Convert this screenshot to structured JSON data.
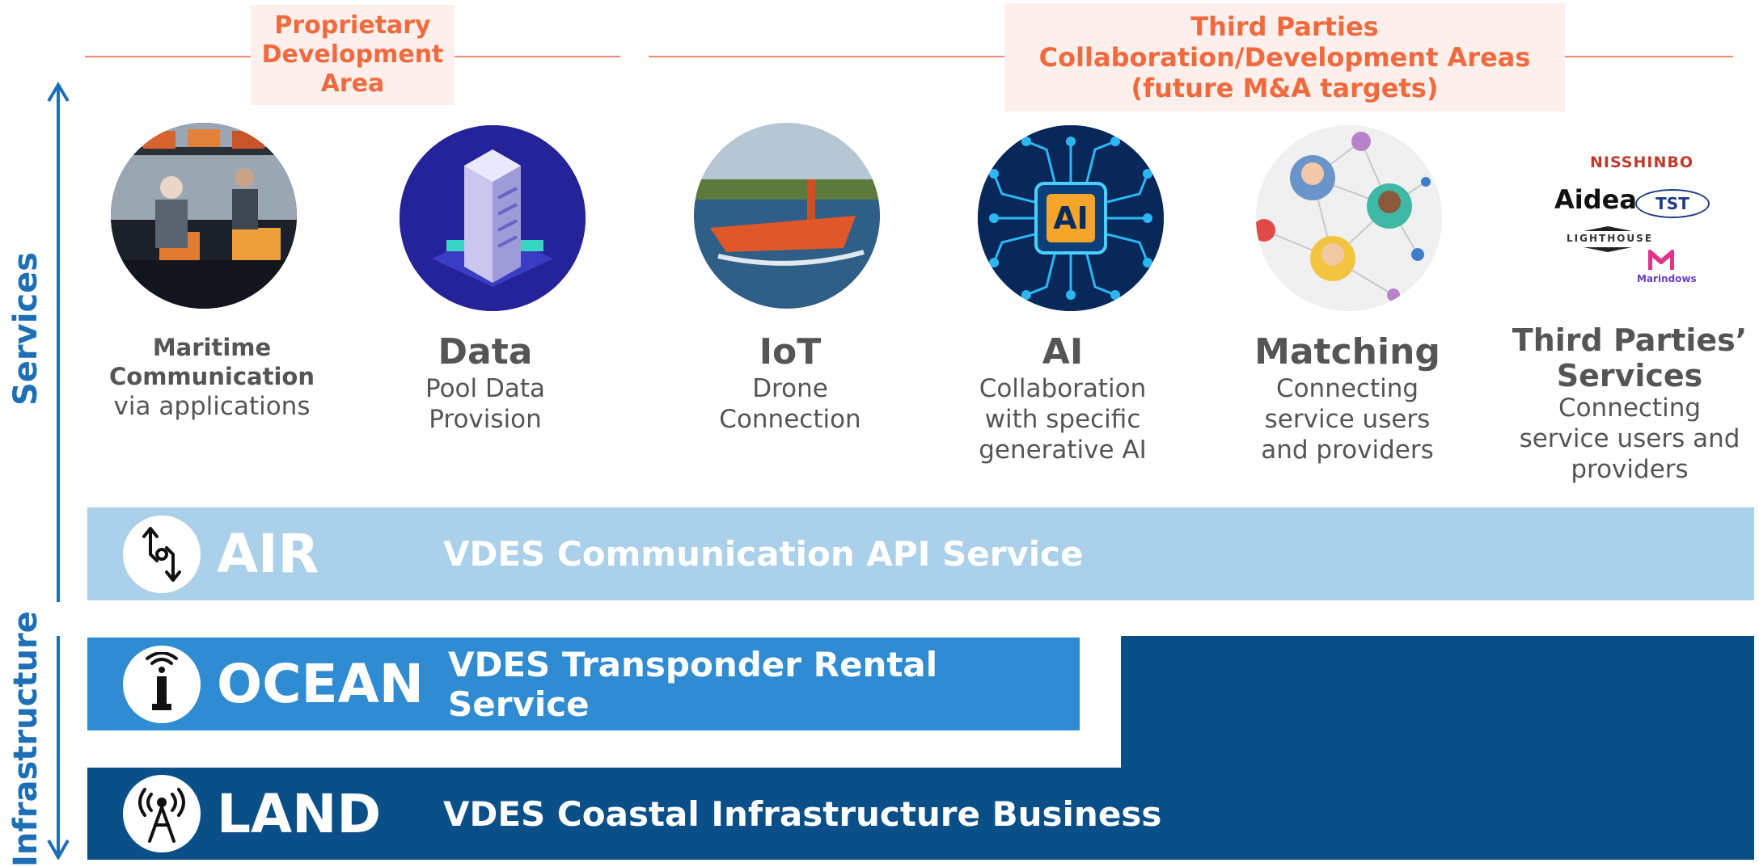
{
  "header": {
    "proprietary_label": [
      "Proprietary",
      "Development",
      "Area"
    ],
    "third_party_label": [
      "Third Parties",
      "Collaboration/Development Areas",
      "(future M&A targets)"
    ]
  },
  "axes": {
    "services_label": "Services",
    "infrastructure_label": "Infrastructure"
  },
  "services": [
    {
      "title_lines": [
        "Maritime",
        "Communication"
      ],
      "desc_lines": [
        "via applications"
      ]
    },
    {
      "title_lines": [
        "Data"
      ],
      "desc_lines": [
        "Pool Data",
        "Provision"
      ]
    },
    {
      "title_lines": [
        "IoT"
      ],
      "desc_lines": [
        "Drone",
        "Connection"
      ]
    },
    {
      "title_lines": [
        "AI"
      ],
      "desc_lines": [
        "Collaboration",
        "with specific",
        "generative AI"
      ]
    },
    {
      "title_lines": [
        "Matching"
      ],
      "desc_lines": [
        "Connecting",
        "service users",
        "and providers"
      ]
    },
    {
      "title_lines": [
        "Third Parties’",
        "Services"
      ],
      "desc_lines": [
        "Connecting",
        "service users and",
        "providers"
      ]
    }
  ],
  "partners": {
    "nisshinbo": "NISSHINBO",
    "aidea": "Aidea",
    "tst": "TST",
    "lighthouse": "LIGHTHOUSE",
    "marindows": "Marindows",
    "ai_chip": "AI"
  },
  "layers": [
    {
      "name": "AIR",
      "desc": "VDES Communication API Service",
      "icon": "signal-arrows-icon"
    },
    {
      "name": "OCEAN",
      "desc": "VDES Transponder Rental Service",
      "icon": "buoy-icon"
    },
    {
      "name": "LAND",
      "desc": "VDES Coastal Infrastructure Business",
      "icon": "antenna-tower-icon"
    }
  ],
  "colors": {
    "accent_orange": "#f06a3e",
    "air_band": "#abd0ea",
    "ocean_band": "#2f8bd2",
    "land_band": "#0b4f88",
    "axis_blue": "#1e6fb5"
  }
}
